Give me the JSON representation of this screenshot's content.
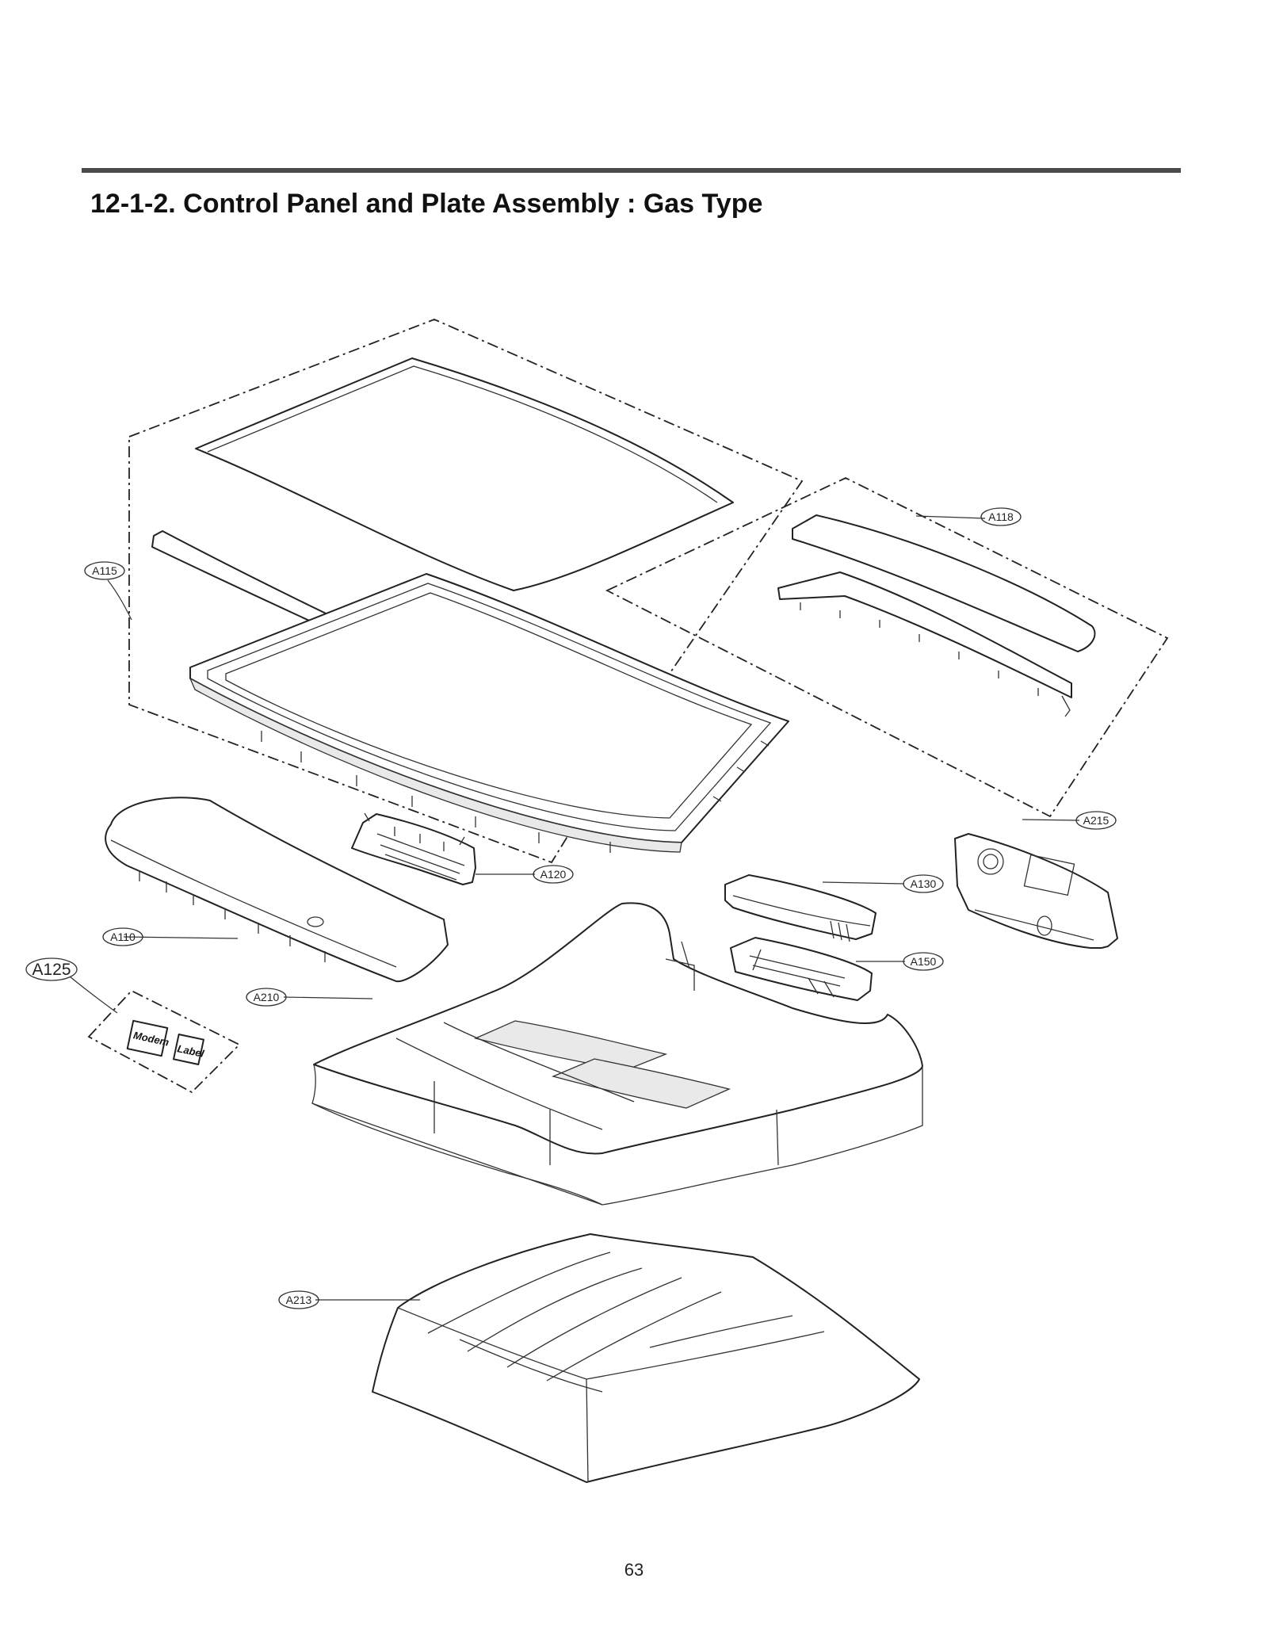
{
  "page": {
    "title": "12-1-2. Control Panel and Plate Assembly : Gas Type",
    "page_number": "63"
  },
  "callouts": {
    "A115": "A115",
    "A118": "A118",
    "A215": "A215",
    "A120": "A120",
    "A130": "A130",
    "A110": "A110",
    "A125": "A125",
    "A150": "A150",
    "A210": "A210",
    "A213": "A213"
  },
  "stickers": {
    "modem": "Modem",
    "label": "Label"
  }
}
